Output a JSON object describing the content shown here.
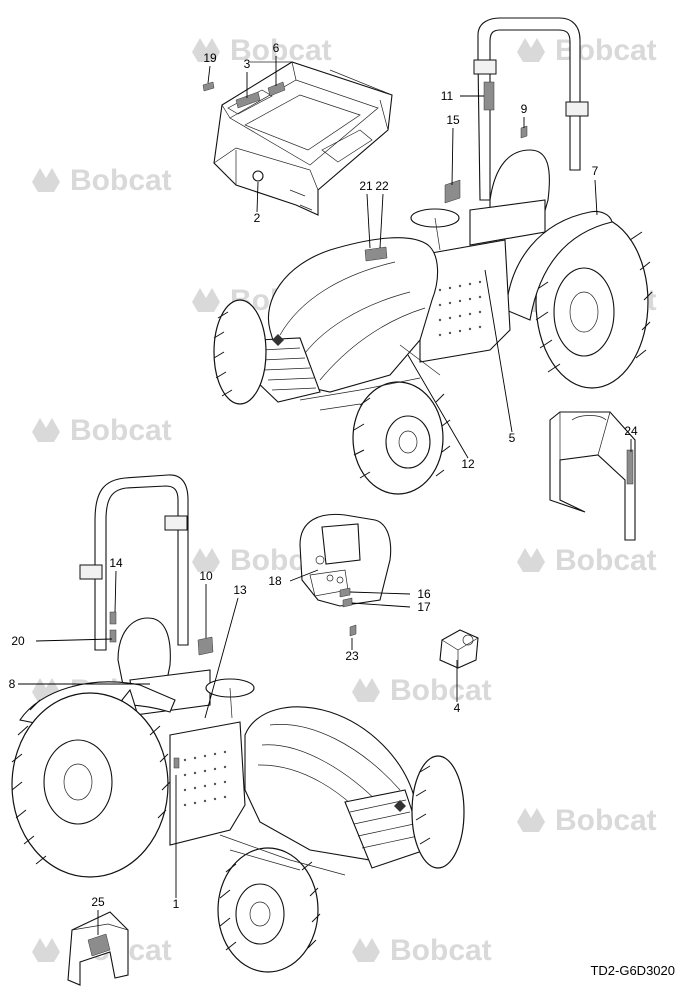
{
  "drawing_code": "TD2-G6D3020",
  "watermark": {
    "text": "Bobcat",
    "color": "#d9d9d9"
  },
  "callouts": [
    "1",
    "2",
    "3",
    "4",
    "5",
    "6",
    "7",
    "8",
    "9",
    "10",
    "11",
    "12",
    "13",
    "14",
    "15",
    "16",
    "17",
    "18",
    "19",
    "20",
    "21",
    "22",
    "23",
    "24",
    "25"
  ],
  "components": [
    "tractor-rear-left-view",
    "tractor-front-right-view",
    "floor-platform",
    "dashboard-panel",
    "radiator-shroud",
    "front-cover",
    "small-connector"
  ]
}
